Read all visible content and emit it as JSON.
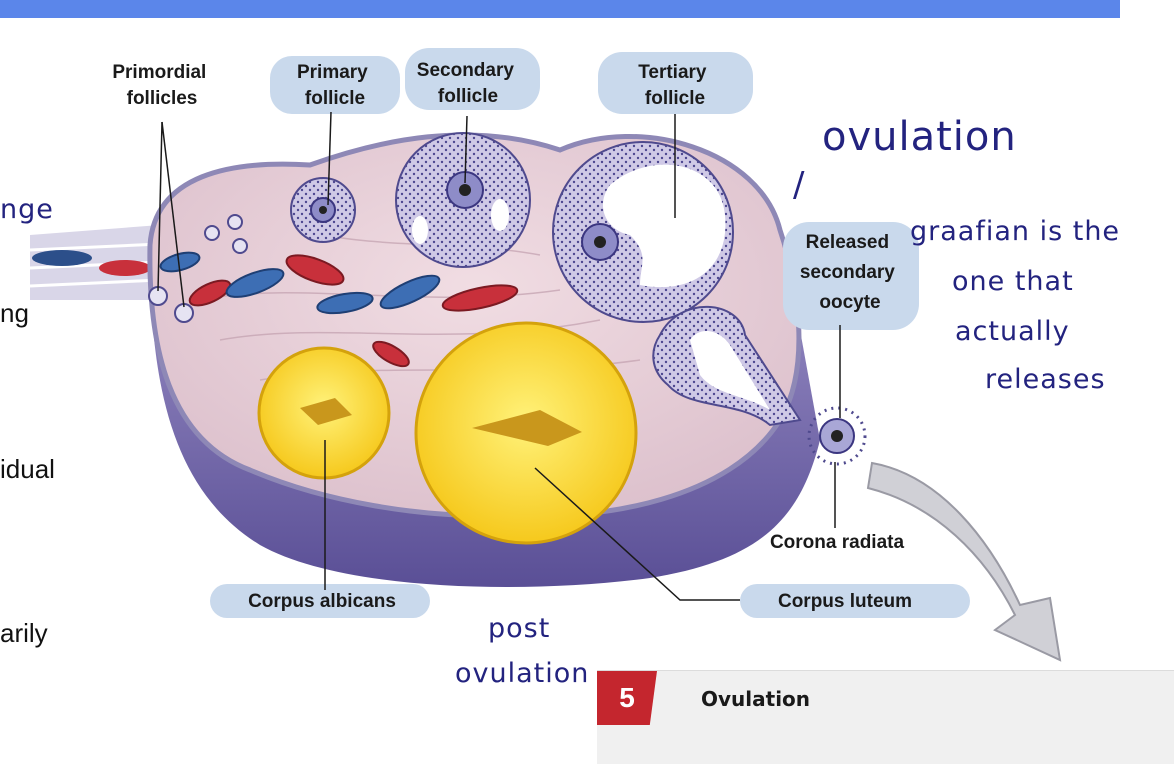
{
  "labels": {
    "primordial": [
      "Primordial",
      "follicles"
    ],
    "primary": [
      "Primary",
      "follicle"
    ],
    "secondary": [
      "Secondary",
      "follicle"
    ],
    "tertiary": [
      "Tertiary",
      "follicle"
    ],
    "released": [
      "Released",
      "secondary",
      "oocyte"
    ],
    "corona": "Corona radiata",
    "luteum": "Corpus luteum",
    "albicans": "Corpus albicans"
  },
  "handwriting": {
    "ovulation": "ovulation",
    "slash": "/",
    "graafian": [
      "graafian is the",
      "one that",
      "actually",
      "releases"
    ],
    "post": [
      "post",
      "ovulation"
    ],
    "left_fragment": "nge"
  },
  "left_text": [
    "ng",
    "idual",
    "arily"
  ],
  "card": {
    "number": "5",
    "title": "Ovulation"
  },
  "colors": {
    "header": "#5b86ea",
    "highlight": "#c9d9ec",
    "ink": "#262585",
    "card_number": "#c4262e"
  }
}
